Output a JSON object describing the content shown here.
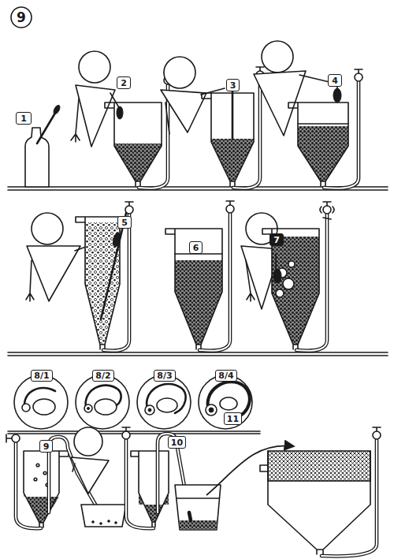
{
  "diagram": {
    "nodes": [
      {
        "text": [
          "9"
        ]
      },
      {
        "text": [
          "1"
        ]
      },
      {
        "text": [
          "2"
        ]
      },
      {
        "text": [
          "3"
        ]
      },
      {
        "text": [
          "4"
        ]
      },
      {
        "text": [
          "5"
        ]
      },
      {
        "text": [
          "6"
        ]
      },
      {
        "text": [
          "7"
        ]
      },
      {
        "text": [
          "8/1"
        ]
      },
      {
        "text": [
          "8/2"
        ]
      },
      {
        "text": [
          "8/3"
        ]
      },
      {
        "text": [
          "8/4"
        ]
      },
      {
        "text": [
          "9"
        ]
      },
      {
        "text": [
          "10"
        ]
      },
      {
        "text": [
          "11"
        ]
      }
    ]
  }
}
